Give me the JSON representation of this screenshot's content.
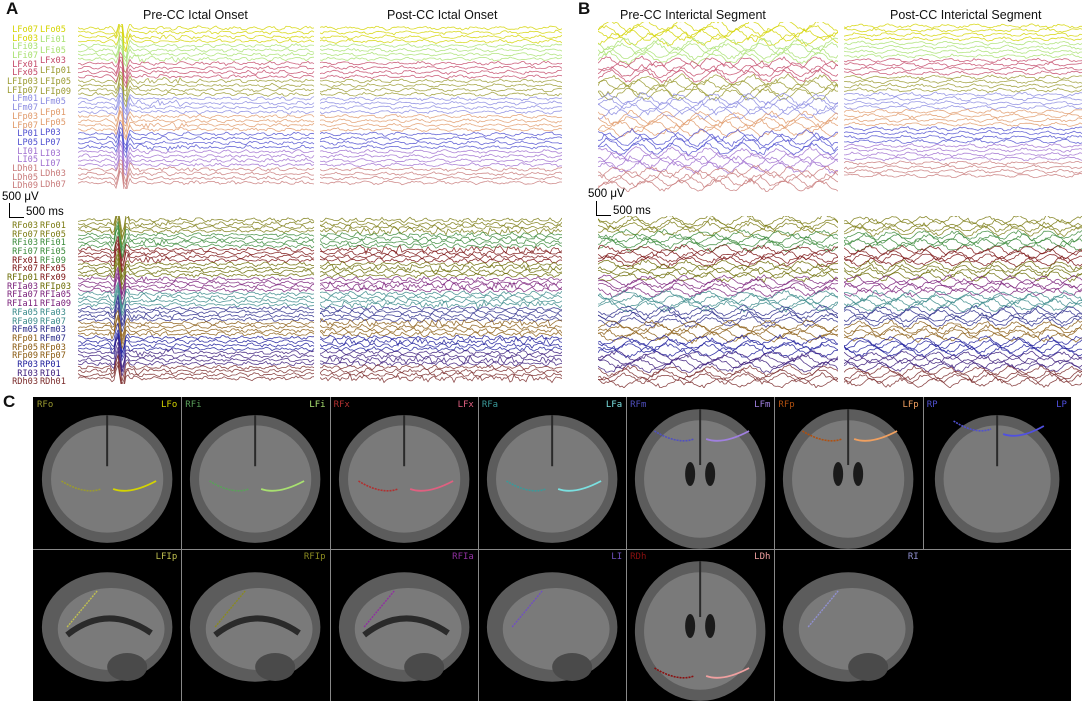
{
  "panels": {
    "a": {
      "letter": "A",
      "title_left": "Pre-CC Ictal Onset",
      "title_right": "Post-CC Ictal Onset"
    },
    "b": {
      "letter": "B",
      "title_left": "Pre-CC Interictal Segment",
      "title_right": "Post-CC Interictal Segment"
    },
    "c": {
      "letter": "C"
    }
  },
  "scale": {
    "voltage": "500 μV",
    "time": "500 ms"
  },
  "colors": {
    "LFo": "#d4d400",
    "LFi": "#a8e070",
    "LFx": "#c44a6a",
    "LFIp": "#9a9a30",
    "LFm": "#8a8ae0",
    "LFp": "#e09a6a",
    "LP": "#5050d0",
    "LI": "#a070d0",
    "LDh": "#c87a7a",
    "RFo": "#7a7a10",
    "RFi": "#3a8a3a",
    "RFx": "#7a1010",
    "RFIp": "#6a6a00",
    "RFIa": "#7a207a",
    "RFa": "#3a8a8a",
    "RFm": "#2a2a8a",
    "RFp": "#8a5a10",
    "RP": "#1a1a9a",
    "RI": "#3a1a7a",
    "RDh": "#7a2a2a"
  },
  "top_left_labels": [
    {
      "t": "LFo07",
      "g": "LFo"
    },
    {
      "t": "LFo03",
      "g": "LFo"
    },
    {
      "t": "LFi03",
      "g": "LFi"
    },
    {
      "t": "LFi07",
      "g": "LFi"
    },
    {
      "t": "LFx01",
      "g": "LFx"
    },
    {
      "t": "LFx05",
      "g": "LFx"
    },
    {
      "t": "LFIp03",
      "g": "LFIp"
    },
    {
      "t": "LFIp07",
      "g": "LFIp"
    },
    {
      "t": "LFm01",
      "g": "LFm"
    },
    {
      "t": "LFm07",
      "g": "LFm"
    },
    {
      "t": "LFp03",
      "g": "LFp"
    },
    {
      "t": "LFp07",
      "g": "LFp"
    },
    {
      "t": "LP01",
      "g": "LP"
    },
    {
      "t": "LP05",
      "g": "LP"
    },
    {
      "t": "LI01",
      "g": "LI"
    },
    {
      "t": "LI05",
      "g": "LI"
    },
    {
      "t": "LDh01",
      "g": "LDh"
    },
    {
      "t": "LDh05",
      "g": "LDh"
    },
    {
      "t": "LDh09",
      "g": "LDh"
    }
  ],
  "top_right_labels": [
    {
      "t": "LFo05",
      "g": "LFo"
    },
    {
      "t": "LFi01",
      "g": "LFi"
    },
    {
      "t": "LFi05",
      "g": "LFi"
    },
    {
      "t": "LFx03",
      "g": "LFx"
    },
    {
      "t": "LFIp01",
      "g": "LFIp"
    },
    {
      "t": "LFIp05",
      "g": "LFIp"
    },
    {
      "t": "LFIp09",
      "g": "LFIp"
    },
    {
      "t": "LFm05",
      "g": "LFm"
    },
    {
      "t": "LFp01",
      "g": "LFp"
    },
    {
      "t": "LFp05",
      "g": "LFp"
    },
    {
      "t": "LP03",
      "g": "LP"
    },
    {
      "t": "LP07",
      "g": "LP"
    },
    {
      "t": "LI03",
      "g": "LI"
    },
    {
      "t": "LI07",
      "g": "LI"
    },
    {
      "t": "LDh03",
      "g": "LDh"
    },
    {
      "t": "LDh07",
      "g": "LDh"
    }
  ],
  "bottom_left_labels": [
    {
      "t": "RFo03",
      "g": "RFo"
    },
    {
      "t": "RFo07",
      "g": "RFo"
    },
    {
      "t": "RFi03",
      "g": "RFi"
    },
    {
      "t": "RFi07",
      "g": "RFi"
    },
    {
      "t": "RFx01",
      "g": "RFx"
    },
    {
      "t": "RFx07",
      "g": "RFx"
    },
    {
      "t": "RFIp01",
      "g": "RFIp"
    },
    {
      "t": "RFIa03",
      "g": "RFIa"
    },
    {
      "t": "RFIa07",
      "g": "RFIa"
    },
    {
      "t": "RFIa11",
      "g": "RFIa"
    },
    {
      "t": "RFa05",
      "g": "RFa"
    },
    {
      "t": "RFa09",
      "g": "RFa"
    },
    {
      "t": "RFm05",
      "g": "RFm"
    },
    {
      "t": "RFp01",
      "g": "RFp"
    },
    {
      "t": "RFp05",
      "g": "RFp"
    },
    {
      "t": "RFp09",
      "g": "RFp"
    },
    {
      "t": "RP03",
      "g": "RP"
    },
    {
      "t": "RI03",
      "g": "RI"
    },
    {
      "t": "RDh03",
      "g": "RDh"
    }
  ],
  "bottom_right_labels": [
    {
      "t": "RFo01",
      "g": "RFo"
    },
    {
      "t": "RFo05",
      "g": "RFo"
    },
    {
      "t": "RFi01",
      "g": "RFi"
    },
    {
      "t": "RFi05",
      "g": "RFi"
    },
    {
      "t": "RFi09",
      "g": "RFi"
    },
    {
      "t": "RFx05",
      "g": "RFx"
    },
    {
      "t": "RFx09",
      "g": "RFx"
    },
    {
      "t": "RFIp03",
      "g": "RFIp"
    },
    {
      "t": "RFIa05",
      "g": "RFIa"
    },
    {
      "t": "RFIa09",
      "g": "RFIa"
    },
    {
      "t": "RFa03",
      "g": "RFa"
    },
    {
      "t": "RFa07",
      "g": "RFa"
    },
    {
      "t": "RFm03",
      "g": "RFm"
    },
    {
      "t": "RFm07",
      "g": "RFm"
    },
    {
      "t": "RFp03",
      "g": "RFp"
    },
    {
      "t": "RFp07",
      "g": "RFp"
    },
    {
      "t": "RP01",
      "g": "RP"
    },
    {
      "t": "RI01",
      "g": "RI"
    },
    {
      "t": "RDh01",
      "g": "RDh"
    }
  ],
  "mri_row1": [
    {
      "l": "RFo",
      "r": "LFo",
      "lc": "#9a9a30",
      "rc": "#d4d400",
      "type": "coronal-front"
    },
    {
      "l": "RFi",
      "r": "LFi",
      "lc": "#5aa05a",
      "rc": "#a8e070",
      "type": "coronal-front"
    },
    {
      "l": "RFx",
      "r": "LFx",
      "lc": "#b03030",
      "rc": "#e06080",
      "type": "coronal-front"
    },
    {
      "l": "RFa",
      "r": "LFa",
      "lc": "#3a9a9a",
      "rc": "#7ae0e0",
      "type": "coronal-front"
    },
    {
      "l": "RFm",
      "r": "LFm",
      "lc": "#5050c0",
      "rc": "#a080e0",
      "type": "coronal-mid"
    },
    {
      "l": "RFp",
      "r": "LFp",
      "lc": "#b05010",
      "rc": "#f0a060",
      "type": "coronal-mid"
    },
    {
      "l": "RP",
      "r": "LP",
      "lc": "#5050d0",
      "rc": "#5050e0",
      "type": "coronal-back"
    }
  ],
  "mri_row2": [
    {
      "l": "",
      "r": "LFIp",
      "lc": "#a0a040",
      "rc": "#c0c050",
      "type": "sagittal"
    },
    {
      "l": "",
      "r": "RFIp",
      "lc": "#8a8a20",
      "rc": "#8a8a20",
      "type": "sagittal"
    },
    {
      "l": "",
      "r": "RFIa",
      "lc": "#b030b0",
      "rc": "#9030a0",
      "type": "sagittal"
    },
    {
      "l": "",
      "r": "LI",
      "lc": "#7050c0",
      "rc": "#7050c0",
      "type": "sagittal-lat"
    },
    {
      "l": "RDh",
      "r": "LDh",
      "lc": "#8a1010",
      "rc": "#f0a0a0",
      "type": "coronal-dh"
    },
    {
      "l": "",
      "r": "RI",
      "lc": "#7050c0",
      "rc": "#9090d0",
      "type": "sagittal-lat"
    },
    {
      "l": "",
      "r": "",
      "lc": "#000",
      "rc": "#000",
      "type": "empty"
    }
  ]
}
